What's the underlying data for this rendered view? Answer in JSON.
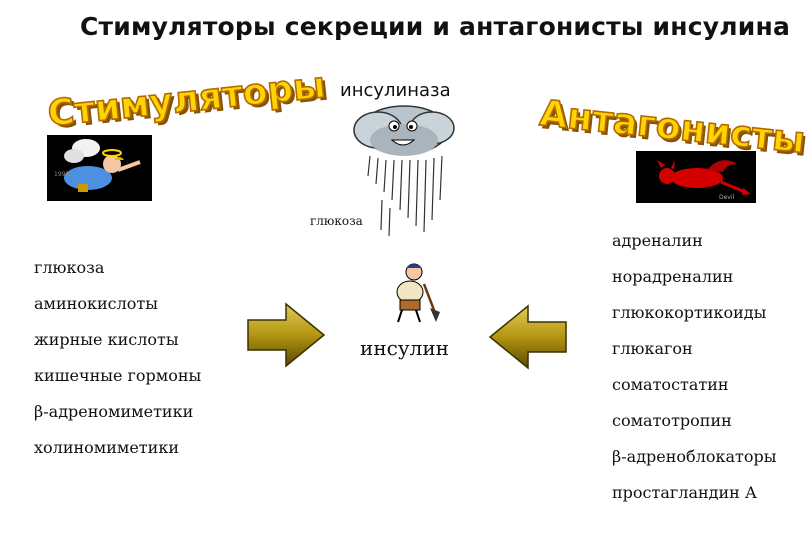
{
  "title": "Стимуляторы секреции и антагонисты инсулина",
  "headings": {
    "stimulators": "Стимуляторы",
    "antagonists": "Антагонисты"
  },
  "center": {
    "insulinase": "инсулиназа",
    "glucose": "глюкоза",
    "insulin": "инсулин"
  },
  "stimulators_list": [
    "глюкоза",
    "аминокислоты",
    "жирные кислоты",
    "кишечные гормоны",
    "β-адреномиметики",
    "холиномиметики"
  ],
  "antagonists_list": [
    "адреналин",
    "норадреналин",
    "глюкокортикоиды",
    "глюкагон",
    "соматостатин",
    "соматотропин",
    "β-адреноблокаторы",
    "простагландин А"
  ],
  "colors": {
    "wordart_fill": "#ffd400",
    "wordart_stroke": "#b36b00",
    "arrow": "#b89a1e",
    "devil": "#d40000"
  },
  "icons": [
    "angel-icon",
    "storm-cloud-icon",
    "man-with-shovel-icon",
    "devil-icon",
    "right-arrow-icon",
    "left-arrow-icon"
  ]
}
